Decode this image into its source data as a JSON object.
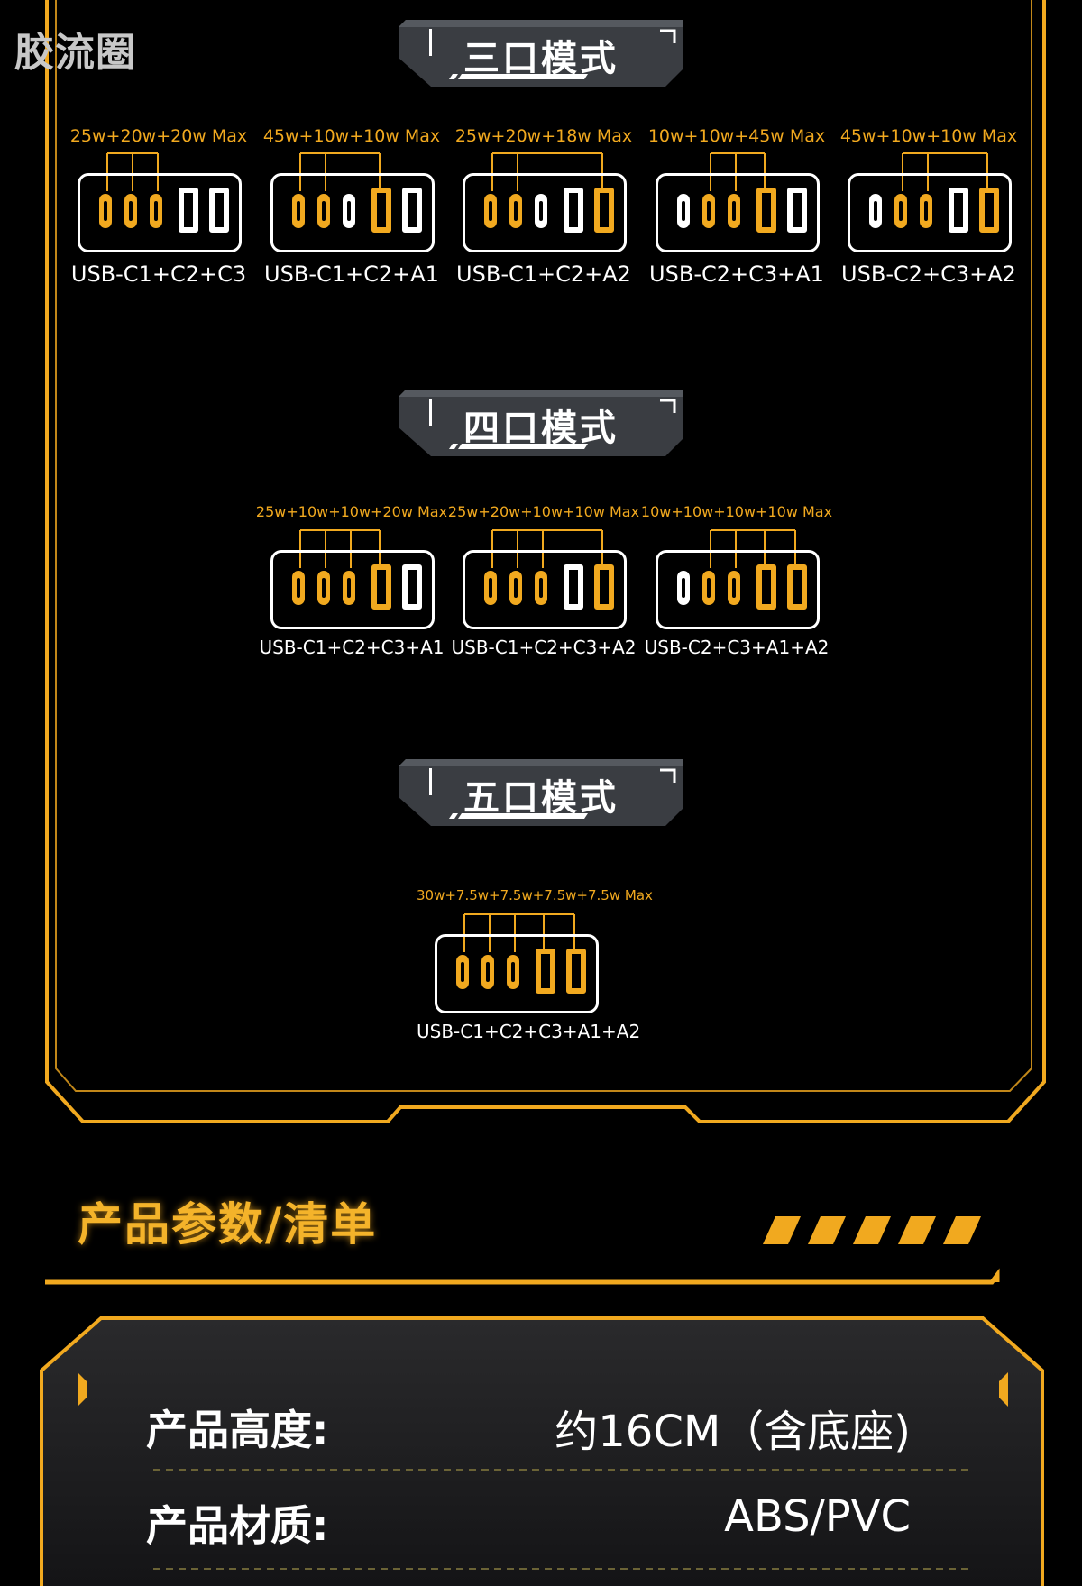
{
  "watermark": "胶流圈",
  "sections": [
    {
      "title": "三口模式",
      "cards": [
        {
          "watts": "25w+20w+20w Max",
          "combo": "USB-C1+C2+C3",
          "active": [
            true,
            true,
            true,
            false,
            false
          ]
        },
        {
          "watts": "45w+10w+10w Max",
          "combo": "USB-C1+C2+A1",
          "active": [
            true,
            true,
            false,
            true,
            false
          ]
        },
        {
          "watts": "25w+20w+18w Max",
          "combo": "USB-C1+C2+A2",
          "active": [
            true,
            true,
            false,
            false,
            true
          ]
        },
        {
          "watts": "10w+10w+45w Max",
          "combo": "USB-C2+C3+A1",
          "active": [
            false,
            true,
            true,
            true,
            false
          ]
        },
        {
          "watts": "45w+10w+10w Max",
          "combo": "USB-C2+C3+A2",
          "active": [
            false,
            true,
            true,
            false,
            true
          ]
        }
      ]
    },
    {
      "title": "四口模式",
      "cards": [
        {
          "watts": "25w+10w+10w+20w Max",
          "combo": "USB-C1+C2+C3+A1",
          "active": [
            true,
            true,
            true,
            true,
            false
          ]
        },
        {
          "watts": "25w+20w+10w+10w Max",
          "combo": "USB-C1+C2+C3+A2",
          "active": [
            true,
            true,
            true,
            false,
            true
          ]
        },
        {
          "watts": "10w+10w+10w+10w Max",
          "combo": "USB-C2+C3+A1+A2",
          "active": [
            false,
            true,
            true,
            true,
            true
          ]
        }
      ]
    },
    {
      "title": "五口模式",
      "cards": [
        {
          "watts": "30w+7.5w+7.5w+7.5w+7.5w Max",
          "combo": "USB-C1+C2+C3+A1+A2",
          "active": [
            true,
            true,
            true,
            true,
            true
          ]
        }
      ]
    }
  ],
  "params": {
    "heading": "产品参数/清单",
    "rows": [
      {
        "label": "产品高度:",
        "value": "约16CM（含底座)"
      },
      {
        "label": "产品材质:",
        "value": "ABS/PVC"
      }
    ]
  },
  "colors": {
    "accent": "#f1a91f",
    "background": "#000000",
    "badge": "#3a3d42"
  }
}
